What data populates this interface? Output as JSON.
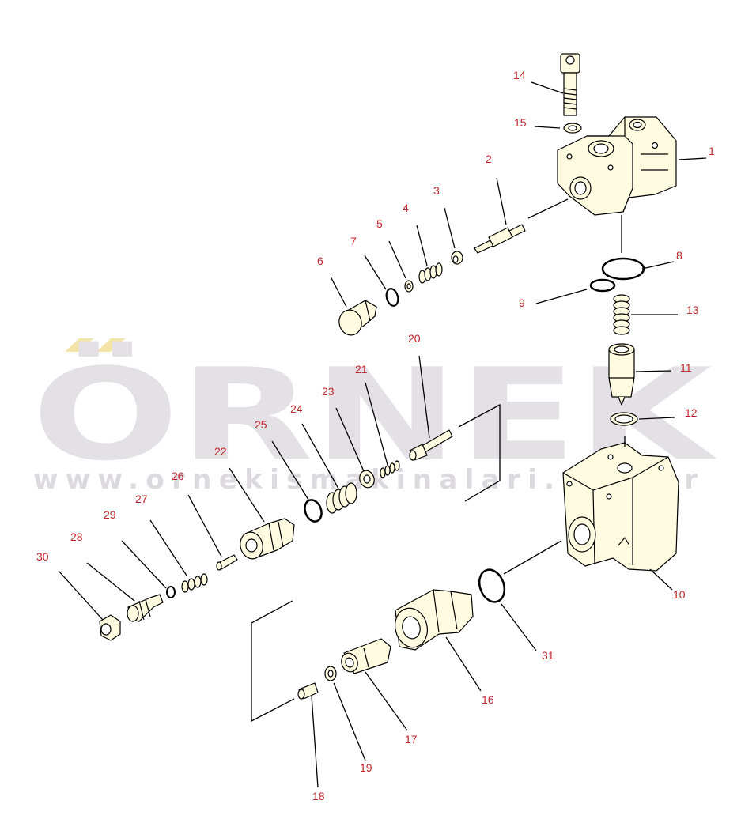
{
  "watermark": {
    "brand": "ÖRNEK",
    "url": "www.ornekismakinalari.com.tr",
    "brand_color": "#e3e1e6",
    "accent_color": "#f3e4a8"
  },
  "colors": {
    "callout_text": "#c0262c",
    "line": "#000000",
    "part_fill": "#fffbe0"
  },
  "callouts": [
    {
      "id": "1",
      "label": "1"
    },
    {
      "id": "2",
      "label": "2"
    },
    {
      "id": "3",
      "label": "3"
    },
    {
      "id": "4",
      "label": "4"
    },
    {
      "id": "5",
      "label": "5"
    },
    {
      "id": "6",
      "label": "6"
    },
    {
      "id": "7",
      "label": "7"
    },
    {
      "id": "8",
      "label": "8"
    },
    {
      "id": "9",
      "label": "9"
    },
    {
      "id": "10",
      "label": "10"
    },
    {
      "id": "11",
      "label": "11"
    },
    {
      "id": "12",
      "label": "12"
    },
    {
      "id": "13",
      "label": "13"
    },
    {
      "id": "14",
      "label": "14"
    },
    {
      "id": "15",
      "label": "15"
    },
    {
      "id": "16",
      "label": "16"
    },
    {
      "id": "17",
      "label": "17"
    },
    {
      "id": "18",
      "label": "18"
    },
    {
      "id": "19",
      "label": "19"
    },
    {
      "id": "20",
      "label": "20"
    },
    {
      "id": "21",
      "label": "21"
    },
    {
      "id": "22",
      "label": "22"
    },
    {
      "id": "23",
      "label": "23"
    },
    {
      "id": "24",
      "label": "24"
    },
    {
      "id": "25",
      "label": "25"
    },
    {
      "id": "26",
      "label": "26"
    },
    {
      "id": "27",
      "label": "27"
    },
    {
      "id": "28",
      "label": "28"
    },
    {
      "id": "29",
      "label": "29"
    },
    {
      "id": "30",
      "label": "30"
    },
    {
      "id": "31",
      "label": "31"
    }
  ]
}
